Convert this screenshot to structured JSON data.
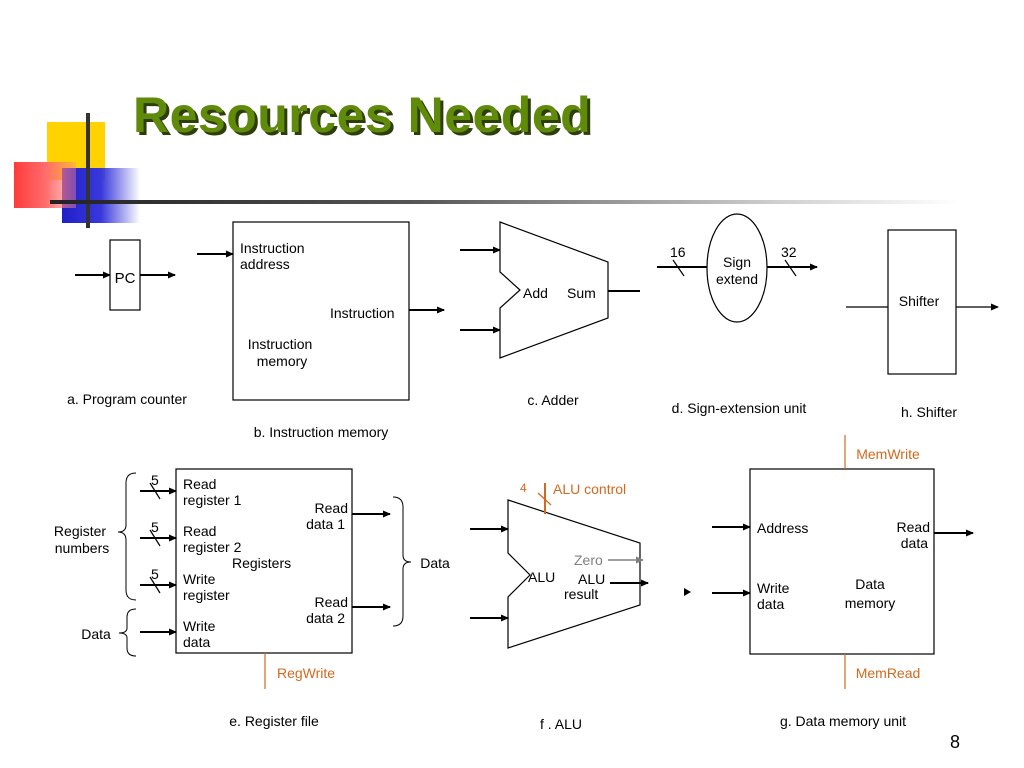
{
  "slide": {
    "title": "Resources Needed",
    "page_number": "8"
  },
  "colors": {
    "title": "#5f8a0a",
    "control": "#d2691e",
    "zero": "#808080",
    "line": "#000000"
  },
  "pc": {
    "label": "PC",
    "caption": "a. Program counter"
  },
  "imem": {
    "instruction_address": [
      "Instruction",
      "address"
    ],
    "instruction": "Instruction",
    "name": [
      "Instruction",
      "memory"
    ],
    "caption": "b. Instruction memory"
  },
  "adder": {
    "add": "Add",
    "sum": "Sum",
    "caption": "c. Adder"
  },
  "sign_ext": {
    "in_bits": "16",
    "out_bits": "32",
    "name": [
      "Sign",
      "extend"
    ],
    "caption": "d. Sign-extension unit"
  },
  "shifter": {
    "name": "Shifter",
    "caption": "h. Shifter"
  },
  "regfile": {
    "inputs": [
      {
        "bits": "5",
        "label": [
          "Read",
          "register 1"
        ]
      },
      {
        "bits": "5",
        "label": [
          "Read",
          "register 2"
        ]
      },
      {
        "bits": "5",
        "label": [
          "Write",
          "register"
        ]
      },
      {
        "bits": "",
        "label": [
          "Write",
          "data"
        ]
      }
    ],
    "name": "Registers",
    "read_data_1": [
      "Read",
      "data 1"
    ],
    "read_data_2": [
      "Read",
      "data 2"
    ],
    "register_numbers": [
      "Register",
      "numbers"
    ],
    "data_left": "Data",
    "data_right": "Data",
    "control": "RegWrite",
    "caption": "e. Register file"
  },
  "alu": {
    "control_bits": "4",
    "control": "ALU control",
    "name": "ALU",
    "zero": "Zero",
    "result": [
      "ALU",
      "result"
    ],
    "caption": "f . ALU"
  },
  "dmem": {
    "address": "Address",
    "write_data": [
      "Write",
      "data"
    ],
    "read_data": [
      "Read",
      "data"
    ],
    "name": [
      "Data",
      "memory"
    ],
    "write_control": "MemWrite",
    "read_control": "MemRead",
    "caption": "g. Data memory unit"
  }
}
